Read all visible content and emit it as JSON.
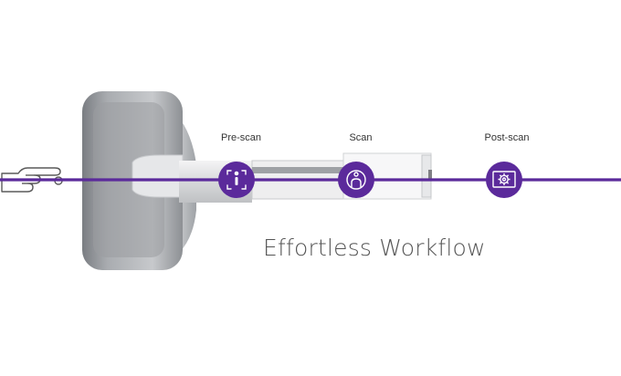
{
  "headline": "Effortless Workflow",
  "steps": [
    {
      "label": "Pre-scan",
      "icon": "person-in-frame-icon"
    },
    {
      "label": "Scan",
      "icon": "person-in-circle-icon"
    },
    {
      "label": "Post-scan",
      "icon": "image-gear-icon"
    }
  ],
  "colors": {
    "accent": "#5b2a9b",
    "headline": "#555555",
    "label": "#333333"
  }
}
